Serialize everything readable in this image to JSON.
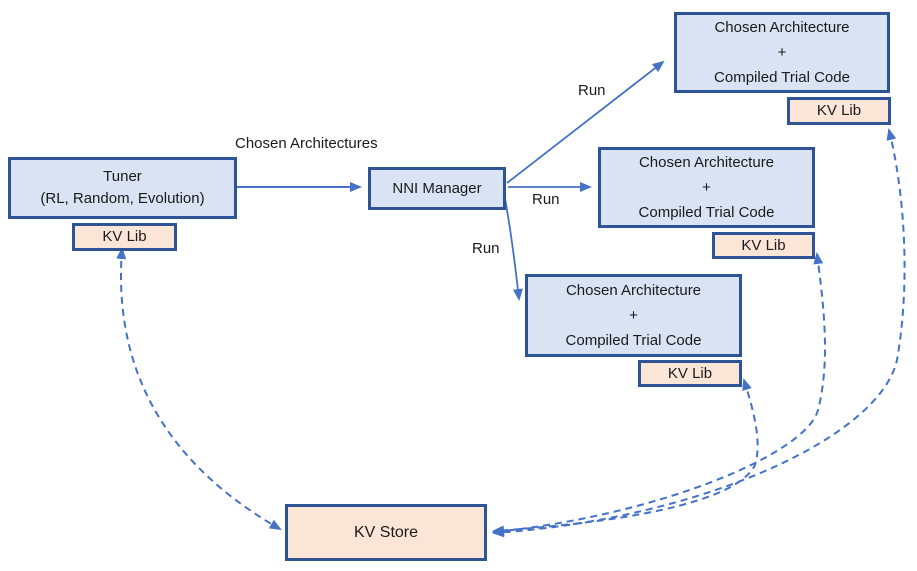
{
  "diagram": {
    "colors": {
      "node_fill_blue": "#dae3f3",
      "node_fill_peach": "#fbe5d6",
      "node_border": "#2e5496",
      "arrow_color": "#4472c4"
    },
    "nodes": {
      "tuner": {
        "line1": "Tuner",
        "line2": "(RL, Random, Evolution)"
      },
      "nni_manager": {
        "label": "NNI Manager"
      },
      "trial": {
        "line1": "Chosen Architecture",
        "line2": "+",
        "line3": "Compiled Trial Code"
      },
      "kv_lib": {
        "label": "KV Lib"
      },
      "kv_store": {
        "label": "KV Store"
      }
    },
    "edge_labels": {
      "chosen_architectures": {
        "line1": "Chosen",
        "line2": "Architectures"
      },
      "run_top": {
        "label": "Run"
      },
      "run_middle": {
        "label": "Run"
      },
      "run_bottom": {
        "label": "Run"
      }
    }
  }
}
